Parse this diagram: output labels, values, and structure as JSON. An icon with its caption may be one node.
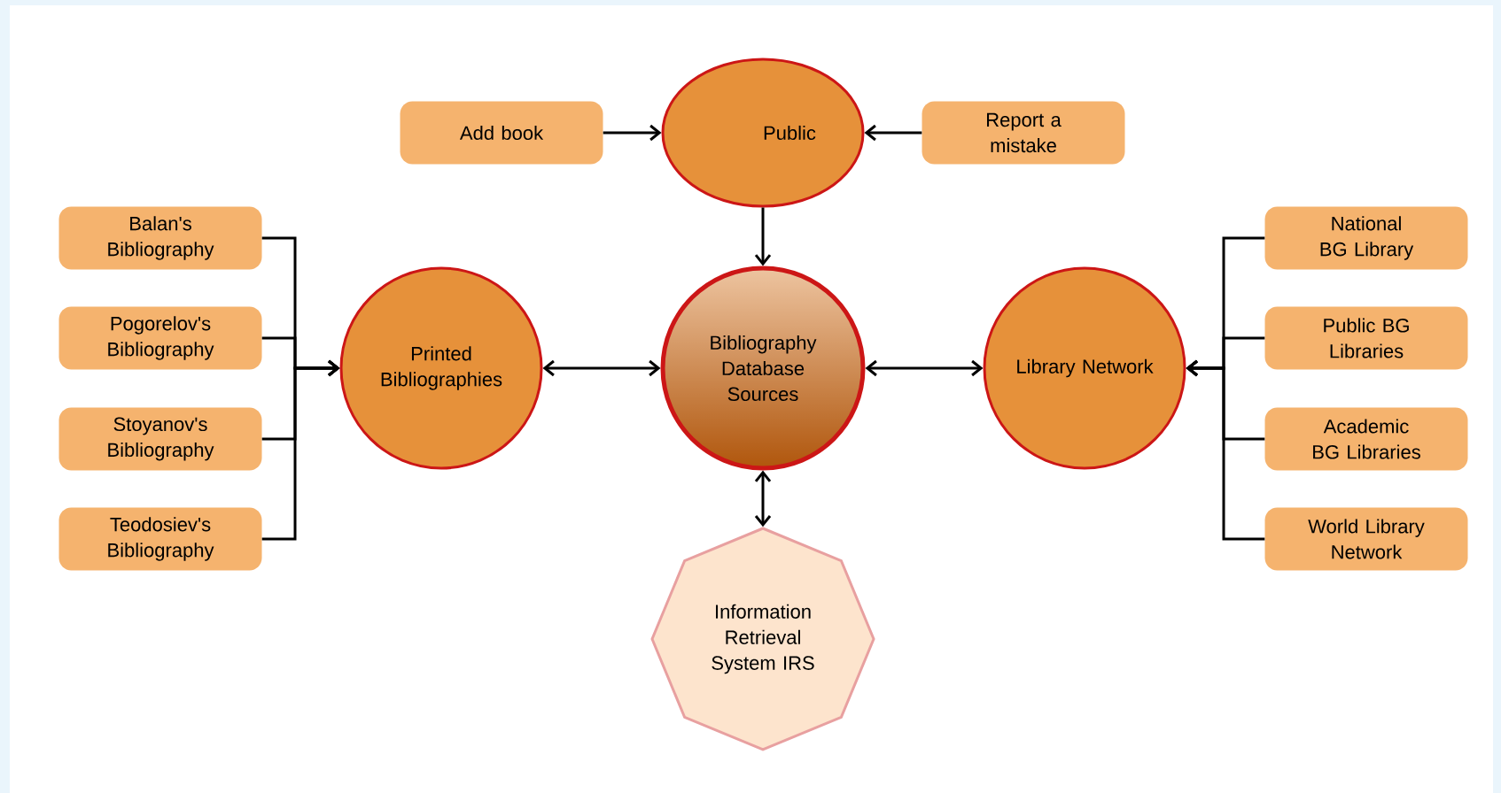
{
  "diagram": {
    "nodes": [
      {
        "text": [
          "Add book"
        ]
      },
      {
        "text": [
          "Public"
        ]
      },
      {
        "text": [
          "Report a mistake"
        ]
      },
      {
        "text": [
          "Balan's Bibliography"
        ]
      },
      {
        "text": [
          "Pogorelov's Bibliography"
        ]
      },
      {
        "text": [
          "Stoyanov's Bibliography"
        ]
      },
      {
        "text": [
          "Teodosiev's Bibliography"
        ]
      },
      {
        "text": [
          "Printed Bibliographies"
        ]
      },
      {
        "text": [
          "Bibliography Database Sources"
        ]
      },
      {
        "text": [
          "Library Network"
        ]
      },
      {
        "text": [
          "National BG Library"
        ]
      },
      {
        "text": [
          "Public BG Libraries"
        ]
      },
      {
        "text": [
          "Academic BG Libraries"
        ]
      },
      {
        "text": [
          "World Library Network"
        ]
      },
      {
        "text": [
          "Information Retrieval System IRS"
        ]
      }
    ],
    "edges": [
      {
        "from": 0,
        "to": 1,
        "arrow": "to"
      },
      {
        "from": 2,
        "to": 1,
        "arrow": "to"
      },
      {
        "from": 1,
        "to": 8,
        "arrow": "to"
      },
      {
        "from": 3,
        "to": 7,
        "arrow": "to"
      },
      {
        "from": 4,
        "to": 7,
        "arrow": "to"
      },
      {
        "from": 5,
        "to": 7,
        "arrow": "to"
      },
      {
        "from": 6,
        "to": 7,
        "arrow": "to"
      },
      {
        "from": 7,
        "to": 8,
        "arrow": "both"
      },
      {
        "from": 8,
        "to": 9,
        "arrow": "both"
      },
      {
        "from": 10,
        "to": 9,
        "arrow": "to"
      },
      {
        "from": 11,
        "to": 9,
        "arrow": "to"
      },
      {
        "from": 12,
        "to": 9,
        "arrow": "to"
      },
      {
        "from": 13,
        "to": 9,
        "arrow": "to"
      },
      {
        "from": 8,
        "to": 14,
        "arrow": "both"
      }
    ]
  }
}
